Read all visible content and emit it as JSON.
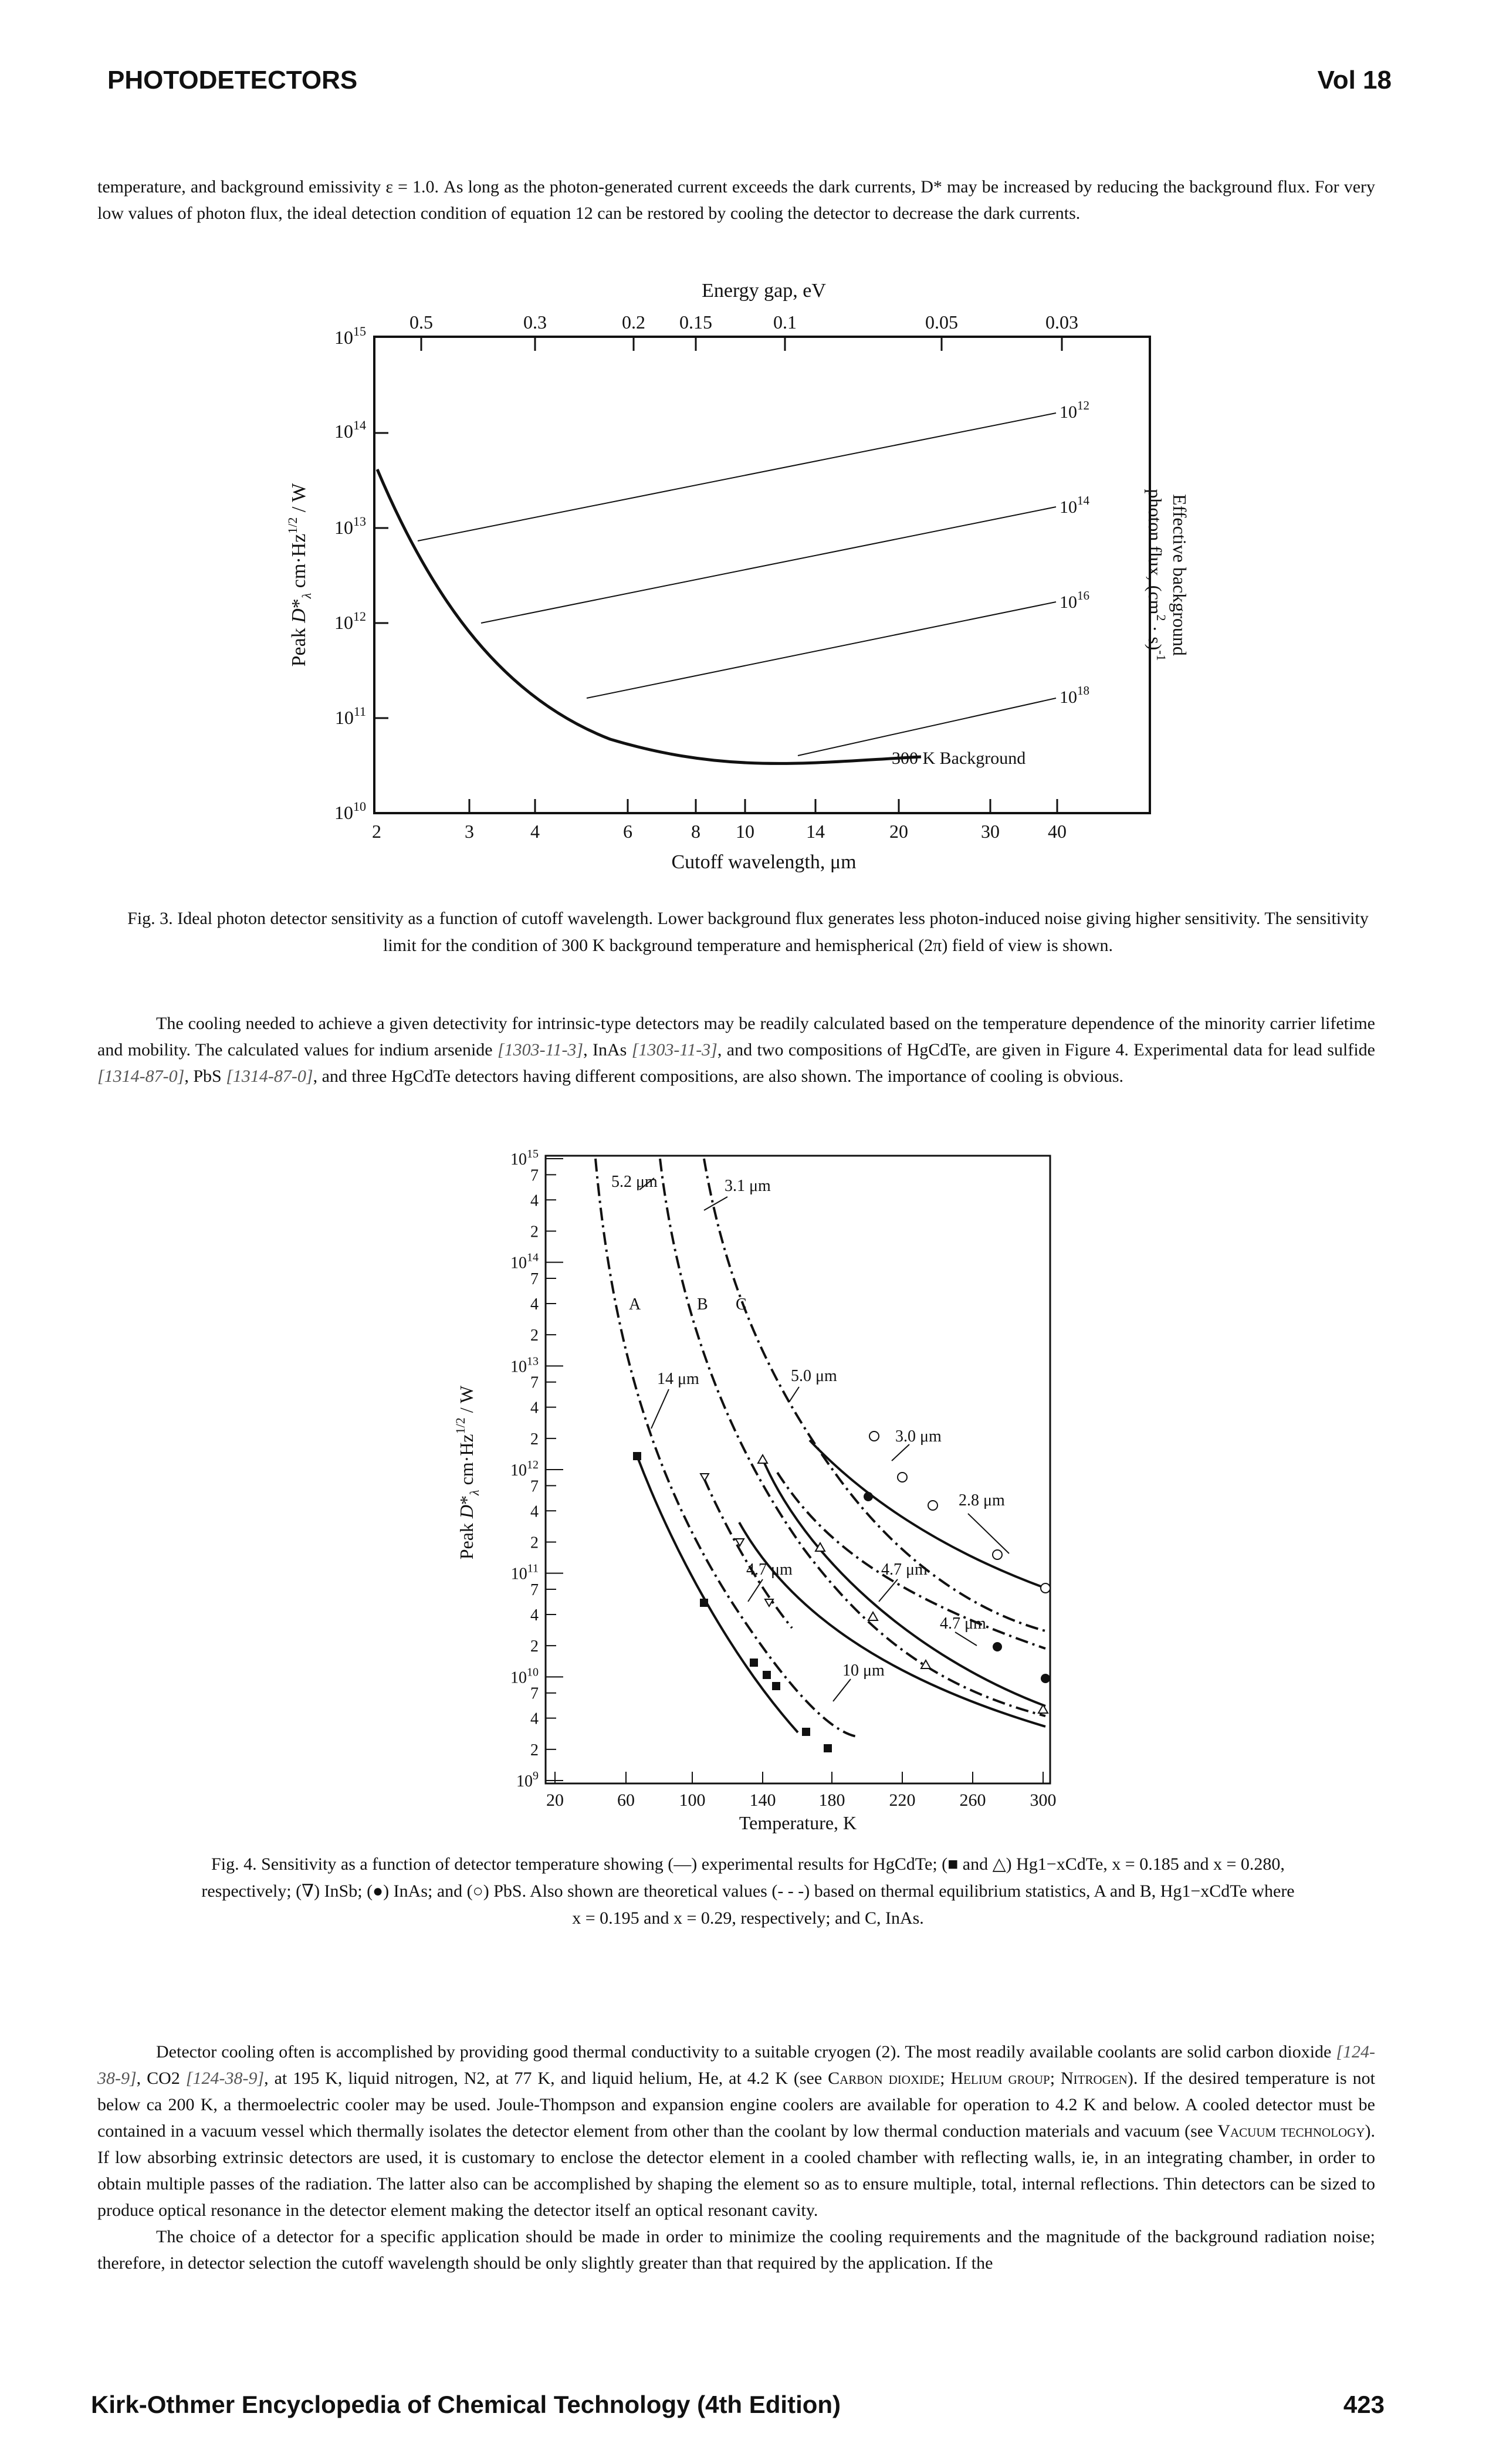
{
  "header": {
    "left": "PHOTODETECTORS",
    "right": "Vol 18"
  },
  "intro_paragraph": "temperature, and background emissivity ε = 1.0. As long as the photon-generated current exceeds the dark currents, D* may be increased by reducing the background flux. For very low values of photon flux, the ideal detection condition of equation 12 can be restored by cooling the detector to decrease the dark currents.",
  "fig3": {
    "top_axis_title": "Energy gap, eV",
    "top_ticks": [
      "0.5",
      "0.3",
      "0.2",
      "0.15",
      "0.1",
      "0.05",
      "0.03"
    ],
    "y_ticks": [
      "10^15",
      "10^14",
      "10^13",
      "10^12",
      "10^11",
      "10^10"
    ],
    "x_ticks": [
      "2",
      "3",
      "4",
      "6",
      "8",
      "10",
      "14",
      "20",
      "30",
      "40"
    ],
    "x_label": "Cutoff wavelength, μm",
    "y_label": "Peak D*λ cm·Hz1/2 / W",
    "right_label_1": "Effective background",
    "right_label_2": "photon flux, (cm2 · s)-1",
    "flux_labels": [
      "10^12",
      "10^14",
      "10^16",
      "10^18"
    ],
    "background_label": "300 K Background",
    "caption": "Fig. 3. Ideal photon detector sensitivity as a function of cutoff wavelength. Lower background flux generates less photon-induced noise giving higher sensitivity. The sensitivity limit for the condition of 300 K background temperature and hemispherical (2π) field of view is shown."
  },
  "middle_paragraph": {
    "t1": "The cooling needed to achieve a given detectivity for intrinsic-type detectors may be readily calculated based on the temperature dependence of the minority carrier lifetime and mobility. The calculated values for indium arsenide ",
    "r1": "[1303-11-3]",
    "t2": ", InAs ",
    "r2": "[1303-11-3]",
    "t3": ", and two compositions of HgCdTe, are given in Figure 4. Experimental data for lead sulfide ",
    "r3": "[1314-87-0]",
    "t4": ", PbS ",
    "r4": "[1314-87-0]",
    "t5": ", and three HgCdTe detectors having different compositions, are also shown. The importance of cooling is obvious."
  },
  "fig4": {
    "y_ticks": [
      "10^15",
      "7",
      "4",
      "2",
      "10^14",
      "7",
      "4",
      "2",
      "10^13",
      "7",
      "4",
      "2",
      "10^12",
      "7",
      "4",
      "2",
      "10^11",
      "7",
      "4",
      "2",
      "10^10",
      "7",
      "4",
      "2",
      "10^9"
    ],
    "x_ticks": [
      "20",
      "60",
      "100",
      "140",
      "180",
      "220",
      "260",
      "300"
    ],
    "x_label": "Temperature, K",
    "y_label": "Peak D*λ cm·Hz1/2 / W",
    "annotations": [
      "5.2 μm",
      "3.1 μm",
      "A",
      "B",
      "C",
      "14 μm",
      "5.0 μm",
      "3.0 μm",
      "2.8 μm",
      "4.7 μm",
      "4.7 μm",
      "4.7 μm",
      "10 μm"
    ],
    "caption_1": "Fig. 4. Sensitivity as a function of detector temperature showing (—) experimental results for HgCdTe; (■ and △) Hg1−xCdTe, x = 0.185 and x = 0.280,",
    "caption_2": "respectively; (∇) InSb; (●) InAs; and (○) PbS. Also shown are theoretical values (- - -) based on thermal equilibrium statistics, A and B, Hg1−xCdTe where",
    "caption_3": "x = 0.195 and x = 0.29, respectively; and C, InAs."
  },
  "bottom_paragraph_1": {
    "t1": "Detector cooling often is accomplished by providing good thermal conductivity to a suitable cryogen (2). The most readily available coolants are solid carbon dioxide ",
    "r1": "[124-38-9]",
    "t2": ", CO2 ",
    "r2": "[124-38-9]",
    "t3": ", at 195 K, liquid nitrogen, N2, at 77 K, and liquid helium, He, at 4.2 K (see ",
    "s1": "Carbon dioxide; Helium group; Nitrogen",
    "t4": "). If the desired temperature is not below ca 200 K, a thermoelectric cooler may be used. Joule-Thompson and expansion engine coolers are available for operation to 4.2 K and below. A cooled detector must be contained in a vacuum vessel which thermally isolates the detector element from other than the coolant by low thermal conduction materials and vacuum (see ",
    "s2": "Vacuum technology",
    "t5": "). If low absorbing extrinsic detectors are used, it is customary to enclose the detector element in a cooled chamber with reflecting walls, ie, in an integrating chamber, in order to obtain multiple passes of the radiation. The latter also can be accomplished by shaping the element so as to ensure multiple, total, internal reflections. Thin detectors can be sized to produce optical resonance in the detector element making the detector itself an optical resonant cavity."
  },
  "bottom_paragraph_2": "The choice of a detector for a specific application should be made in order to minimize the cooling requirements and the magnitude of the background radiation noise; therefore, in detector selection the cutoff wavelength should be only slightly greater than that required by the application. If the",
  "footer": {
    "left": "Kirk-Othmer Encyclopedia of Chemical Technology (4th Edition)",
    "right": "423"
  }
}
